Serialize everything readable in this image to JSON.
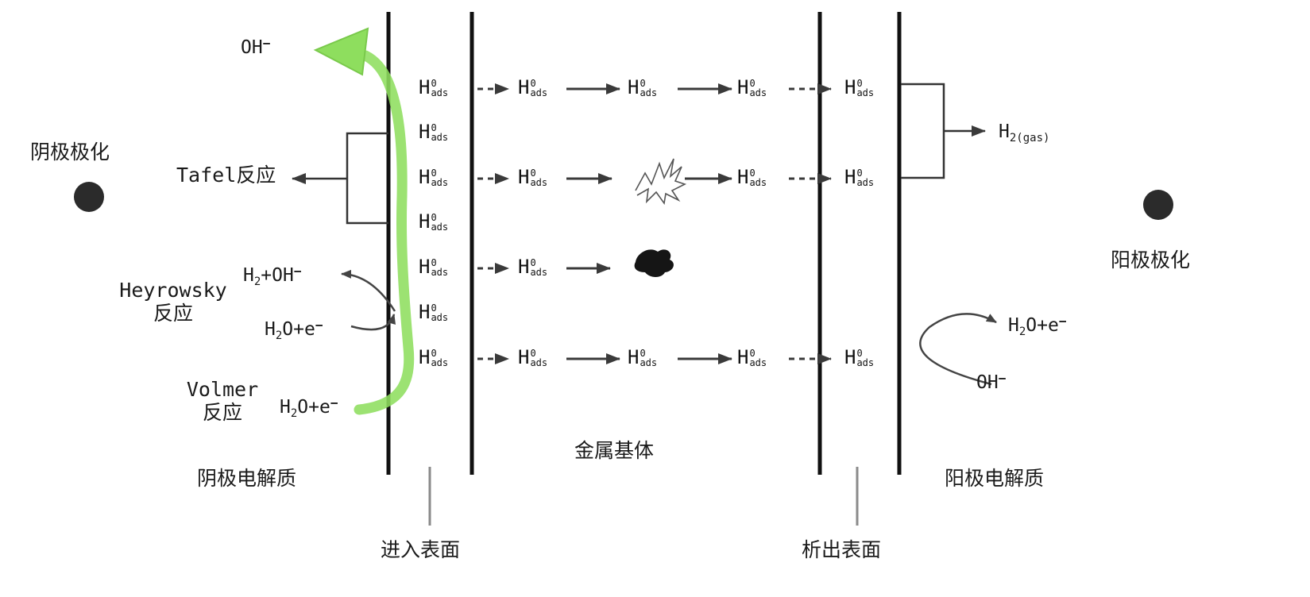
{
  "labels": {
    "cathode_polarization": "阴极极化",
    "anode_polarization": "阳极极化",
    "tafel": "Tafel反应",
    "heyrowsky_line1": "Heyrowsky",
    "heyrowsky_line2": "反应",
    "volmer_line1": "Volmer",
    "volmer_line2": "反应",
    "cathode_electrolyte": "阴极电解质",
    "anode_electrolyte": "阳极电解质",
    "metal_matrix": "金属基体",
    "entry_surface": "进入表面",
    "exit_surface": "析出表面"
  },
  "formulas": {
    "oh_left": {
      "base": "OH",
      "sup": "−"
    },
    "h2_oh": {
      "b1": "H",
      "s1": "2",
      "b2": "+OH",
      "sup": "−"
    },
    "h2o_e_heyrowsky": {
      "b1": "H",
      "s1": "2",
      "b2": "O+e",
      "sup": "−"
    },
    "h2o_e_volmer": {
      "b1": "H",
      "s1": "2",
      "b2": "O+e",
      "sup": "−"
    },
    "h2_gas": {
      "b1": "H",
      "s1": "2(gas)"
    },
    "h2o_e_right": {
      "b1": "H",
      "s1": "2",
      "b2": "O+e",
      "sup": "−"
    },
    "oh_right": {
      "base": "OH",
      "sup": "−"
    },
    "hads": {
      "base": "H",
      "sup": "0",
      "sub": "ads"
    }
  },
  "colors": {
    "electrode_line": "#111111",
    "arrow": "#3a3a3a",
    "green_arrow": "#8ede5e",
    "dot": "#2b2b2b",
    "tick": "#8a8a8a"
  }
}
